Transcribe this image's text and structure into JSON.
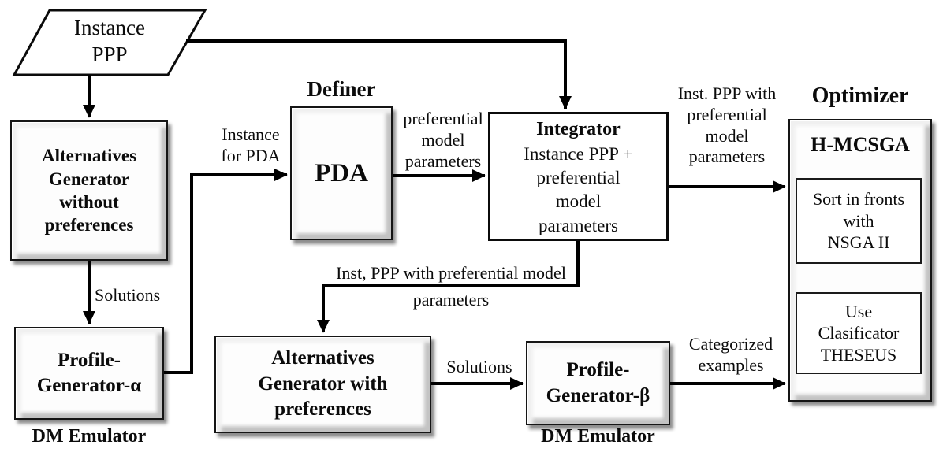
{
  "diagram": {
    "title_implicit": "Preference-based optimization framework flowchart",
    "nodes": {
      "instance_ppp": {
        "text": "Instance\nPPP"
      },
      "alt_gen_without": {
        "text": "Alternatives\nGenerator\nwithout\npreferences"
      },
      "profile_gen_alpha": {
        "text": "Profile-\nGenerator-α"
      },
      "dm_emulator_left": {
        "text": "DM Emulator"
      },
      "definer_title": {
        "text": "Definer"
      },
      "pda": {
        "text": "PDA"
      },
      "integrator_title": {
        "text": "Integrator"
      },
      "integrator_body": {
        "text": "Instance PPP +\npreferential\nmodel\nparameters"
      },
      "optimizer_title": {
        "text": "Optimizer"
      },
      "hmcsga_title": {
        "text": "H-MCSGA"
      },
      "sort_fronts": {
        "text": "Sort in fronts\nwith\nNSGA II"
      },
      "use_clasificator": {
        "text": "Use\nClasificator\nTHESEUS"
      },
      "alt_gen_with": {
        "text": "Alternatives\nGenerator with\npreferences"
      },
      "profile_gen_beta": {
        "text": "Profile-\nGenerator-β"
      },
      "dm_emulator_right": {
        "text": "DM Emulator"
      }
    },
    "edge_labels": {
      "instance_for_pda": "Instance\nfor PDA",
      "pref_model_params": "preferential\nmodel\nparameters",
      "inst_ppp_with_right": "Inst. PPP with\npreferential\nmodel\nparameters",
      "solutions_left": "Solutions",
      "inst_ppp_mid_top": "Inst, PPP with preferential  model",
      "inst_ppp_mid_bottom": "parameters",
      "solutions_mid": "Solutions",
      "categorized_examples": "Categorized\nexamples"
    },
    "colors": {
      "line": "#000000",
      "box_face": "#ffffff",
      "border": "#151515",
      "shadow": "#9a9a9a"
    }
  }
}
